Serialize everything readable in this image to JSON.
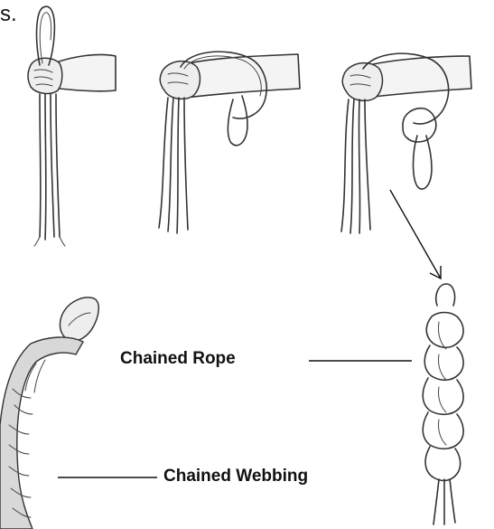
{
  "corner_text": "s.",
  "labels": {
    "chained_rope": "Chained Rope",
    "chained_webbing": "Chained Webbing"
  },
  "illustration": {
    "steps": [
      "step-1-hand-loop",
      "step-2-wrap-arm",
      "step-3-pull-through"
    ],
    "arrow": "arrow-to-chained-rope"
  }
}
